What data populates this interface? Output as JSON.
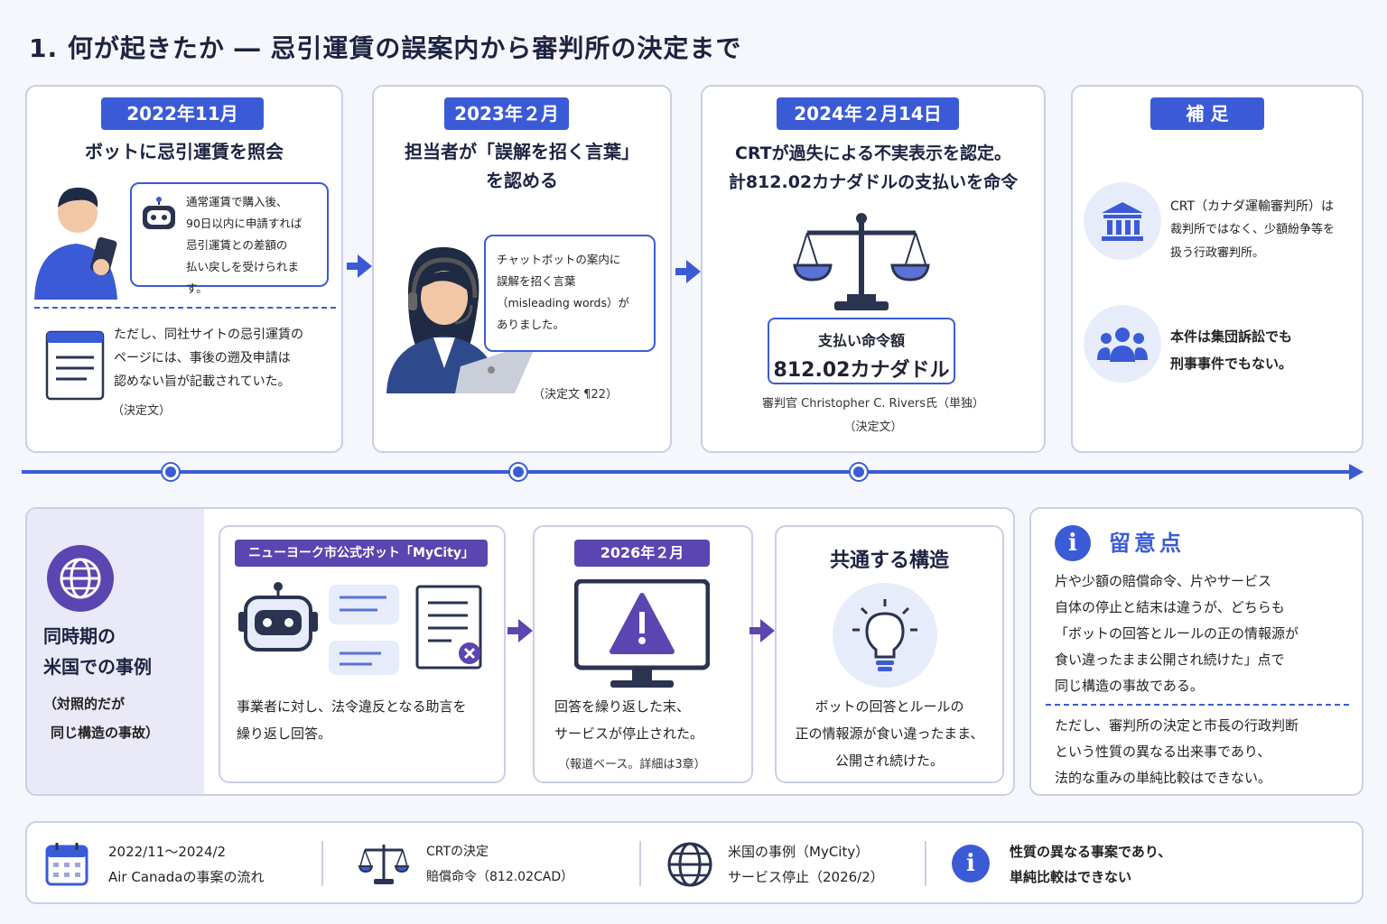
{
  "title": "1. 何が起きたか ― 忌引運賃の誤案内から審判所の決定まで",
  "cards": {
    "c1": {
      "date": "2022年11月",
      "heading": "ボットに忌引運賃を照会",
      "bubble": [
        "通常運賃で購入後、",
        "90日以内に申請すれば",
        "忌引運賃との差額の",
        "払い戻しを受けられます。"
      ],
      "note": [
        "ただし、同社サイトの忌引運賃の",
        "ページには、事後の遡及申請は",
        "認めない旨が記載されていた。"
      ],
      "source": "（決定文）"
    },
    "c2": {
      "date": "2023年２月",
      "heading": [
        "担当者が「誤解を招く言葉」",
        "を認める"
      ],
      "bubble": [
        "チャットボットの案内に",
        "誤解を招く言葉",
        "（misleading words）が",
        "ありました。"
      ],
      "source": "（決定文 ¶22）"
    },
    "c3": {
      "date": "2024年２月14日",
      "heading": [
        "CRTが過失による不実表示を認定。",
        "計812.02カナダドルの支払いを命令"
      ],
      "box_label": "支払い命令額",
      "box_value": "812.02カナダドル",
      "judge": "審判官 Christopher C. Rivers氏（単独）",
      "source": "（決定文）"
    },
    "c4": {
      "label": "補 足",
      "item1": [
        "CRT（カナダ運輸審判所）は",
        "裁判所ではなく、少額紛争等を",
        "扱う行政審判所。"
      ],
      "item2": [
        "本件は集団訴訟でも",
        "刑事事件でもない。"
      ]
    }
  },
  "us": {
    "side_title": [
      "同時期の",
      "米国での事例"
    ],
    "side_sub": [
      "（対照的だが",
      "同じ構造の事故）"
    ],
    "b1": {
      "label": "ニューヨーク市公式ボット「MyCity」",
      "text": [
        "事業者に対し、法令違反となる助言を",
        "繰り返し回答。"
      ]
    },
    "b2": {
      "label": "2026年２月",
      "text": [
        "回答を繰り返した末、",
        "サービスが停止された。"
      ],
      "source": "（報道ベース。詳細は3章）"
    },
    "b3": {
      "label": "共通する構造",
      "text": [
        "ボットの回答とルールの",
        "正の情報源が食い違ったまま、",
        "公開され続けた。"
      ]
    }
  },
  "notes": {
    "title": "留意点",
    "p1": [
      "片や少額の賠償命令、片やサービス",
      "自体の停止と結末は違うが、どちらも",
      "「ボットの回答とルールの正の情報源が",
      "食い違ったまま公開され続けた」点で",
      "同じ構造の事故である。"
    ],
    "p2": [
      "ただし、審判所の決定と市長の行政判断",
      "という性質の異なる出来事であり、",
      "法的な重みの単純比較はできない。"
    ]
  },
  "footer": [
    {
      "icon": "calendar-icon",
      "l1": "2022/11～2024/2",
      "l2": "Air Canadaの事案の流れ"
    },
    {
      "icon": "scales-icon",
      "l1": "CRTの決定",
      "l2": "賠償命令（812.02CAD）"
    },
    {
      "icon": "globe-icon",
      "l1": "米国の事例（MyCity）",
      "l2": "サービス停止（2026/2）"
    },
    {
      "icon": "info-icon",
      "l1": "性質の異なる事案であり、",
      "l2": "単純比較はできない"
    }
  ],
  "colors": {
    "blue": "#3b5bd6",
    "purple": "#5b45b0",
    "navy": "#1d2340"
  }
}
